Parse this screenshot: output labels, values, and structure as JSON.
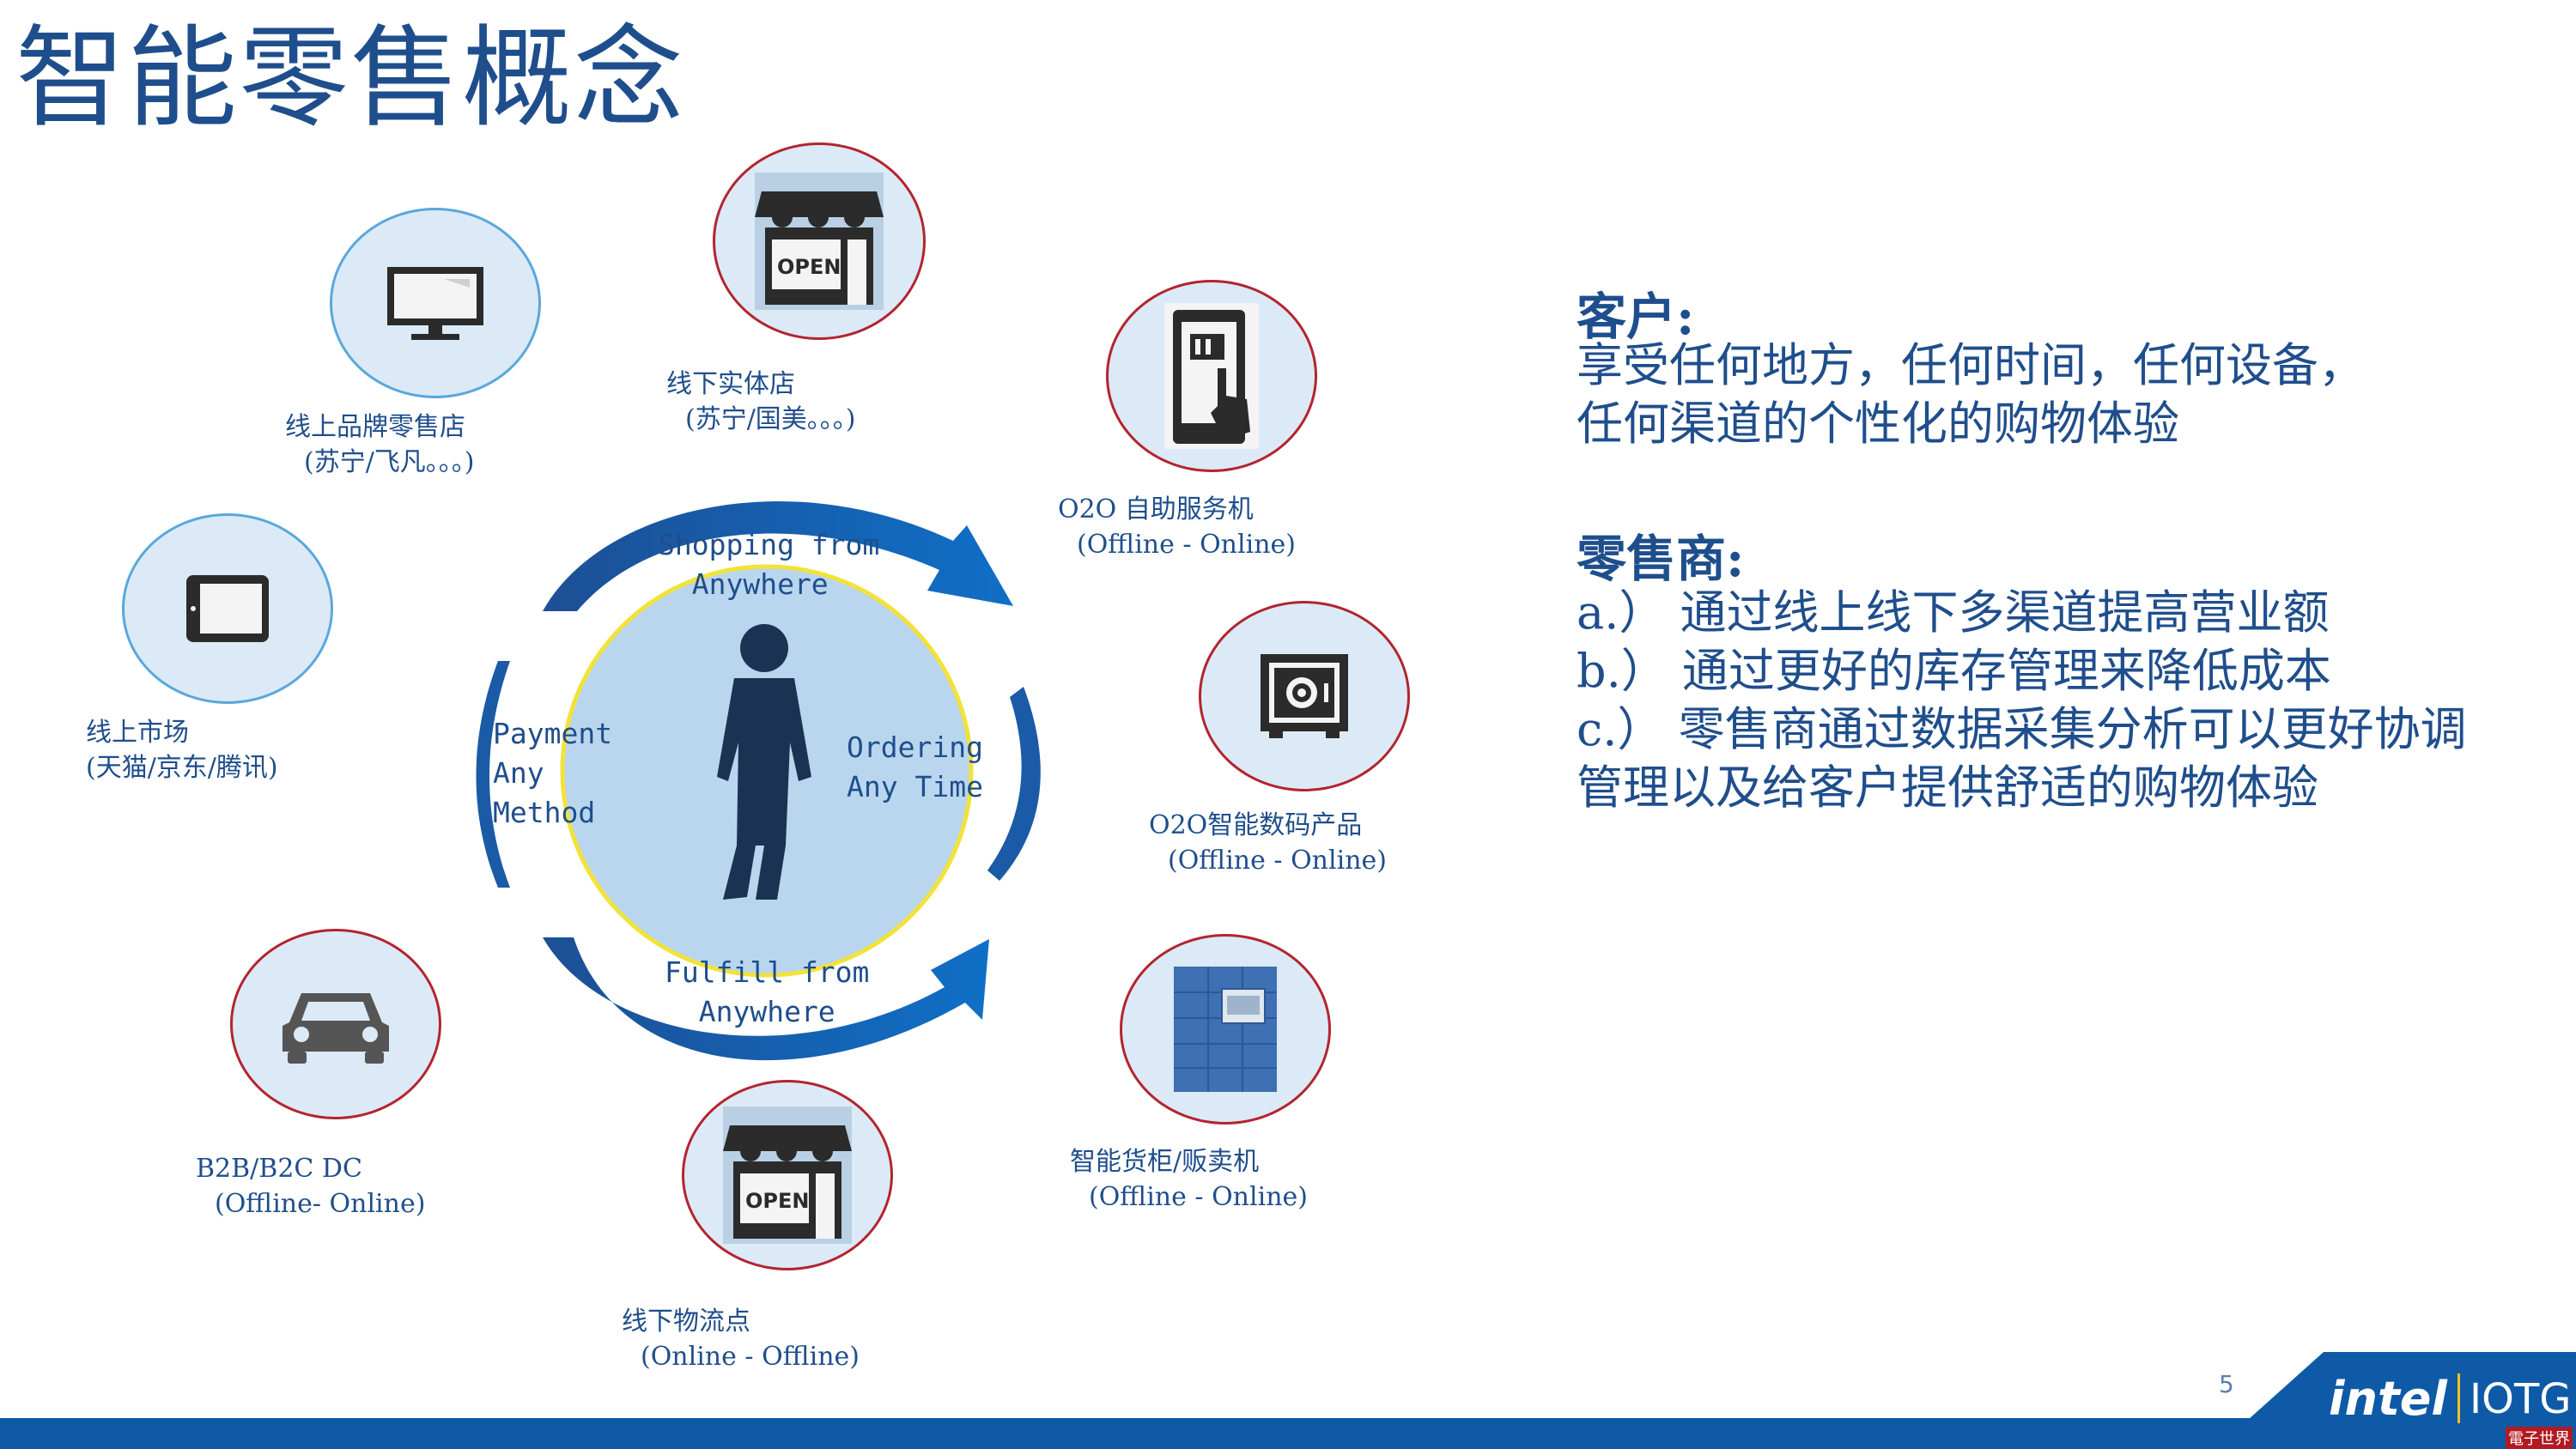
{
  "title": "智能零售概念",
  "channels": [
    {
      "line1": "线上品牌零售店",
      "line2": "(苏宁/飞凡。。。)",
      "icon": "monitor-icon"
    },
    {
      "line1": "线下实体店",
      "line2": "(苏宁/国美。。。)",
      "icon": "shop-open-icon"
    },
    {
      "line1": "O2O 自助服务机",
      "line2": "(Offline - Online)",
      "icon": "kiosk-touch-icon"
    },
    {
      "line1": "线上市场",
      "line2": "(天猫/京东/腾讯)",
      "icon": "tablet-icon"
    },
    {
      "line1": "O2O智能数码产品",
      "line2": "(Offline - Online)",
      "icon": "safe-icon"
    },
    {
      "line1": "B2B/B2C DC",
      "line2": "(Offline- Online)",
      "icon": "car-icon"
    },
    {
      "line1": "智能货柜/贩卖机",
      "line2": "(Offline - Online)",
      "icon": "locker-icon"
    },
    {
      "line1": "线下物流点",
      "line2": "(Online - Offline)",
      "icon": "shop-open-icon"
    }
  ],
  "cycle": {
    "top": "Shopping from\n  Anywhere",
    "right": "Ordering\nAny Time",
    "bottom": "Fulfill from\n  Anywhere",
    "left": "Payment\nAny\nMethod"
  },
  "customer": {
    "heading": "客户:",
    "text": "享受任何地方，任何时间，任何设备，\n任何渠道的个性化的购物体验"
  },
  "retailer": {
    "heading": "零售商:",
    "items": [
      "a.） 通过线上线下多渠道提高营业额",
      "b.） 通过更好的库存管理来降低成本",
      "c.） 零售商通过数据采集分析可以更好协调\n管理以及给客户提供舒适的购物体验"
    ]
  },
  "footer": {
    "page_number": "5",
    "brand": "intel",
    "division": "IOTG",
    "watermark": "電子世界"
  },
  "colors": {
    "text_blue": "#1f4e8c",
    "bar_blue": "#0e5aa7",
    "circle_fill": "#dbeaf6",
    "red_ring": "#b3242f",
    "blue_ring": "#5aa7dc"
  }
}
